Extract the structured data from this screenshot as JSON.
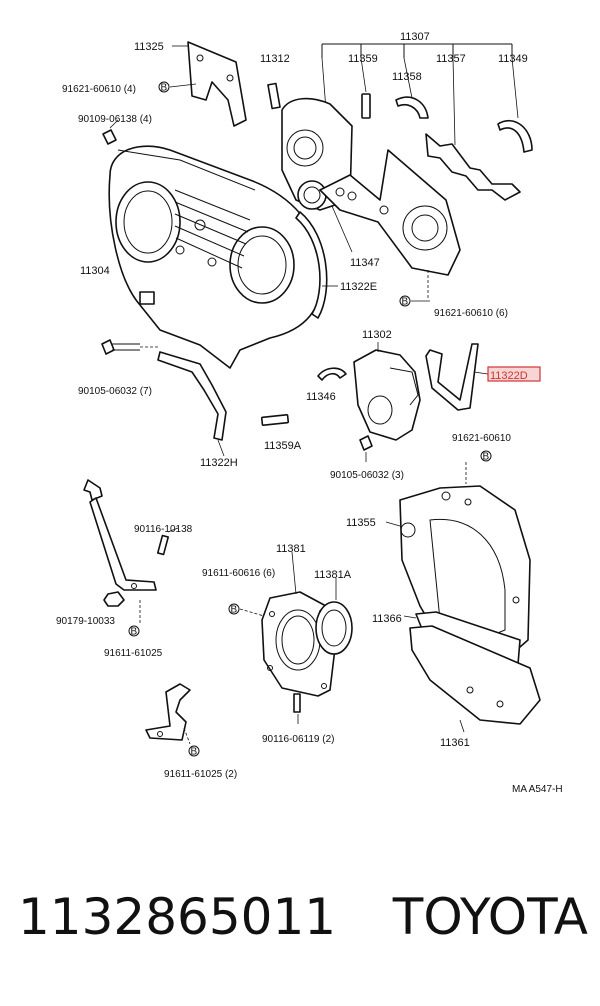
{
  "diagram": {
    "labels": {
      "p11307": "11307",
      "p11325": "11325",
      "p11312": "11312",
      "p11359": "11359",
      "p11358": "11358",
      "p11357": "11357",
      "p11349": "11349",
      "p91621_60610_4": "91621-60610 (4)",
      "p90109_06138_4": "90109-06138 (4)",
      "p11304": "11304",
      "p11347": "11347",
      "p11322E": "11322E",
      "p91621_60610_6": "91621-60610 (6)",
      "p11302": "11302",
      "p11322D": "11322D",
      "p90105_06032_7": "90105-06032 (7)",
      "p11346": "11346",
      "p11359A": "11359A",
      "p11322H": "11322H",
      "p90105_06032_3": "90105-06032 (3)",
      "p91621_60610": "91621-60610",
      "p11355": "11355",
      "p90116_10138": "90116-10138",
      "p11381": "11381",
      "p91611_60616_6": "91611-60616 (6)",
      "p11381A": "11381A",
      "p90179_10033": "90179-10033",
      "p11366": "11366",
      "p91611_61025": "91611-61025",
      "p90116_06119_2": "90116-06119 (2)",
      "p11361": "11361",
      "p91611_61025_2": "91611-61025 (2)",
      "figure_code": "MA  A547-H"
    },
    "highlight_color": "#d23232"
  },
  "footer": {
    "part_number": "1132865011",
    "brand": "TOYOTA"
  }
}
